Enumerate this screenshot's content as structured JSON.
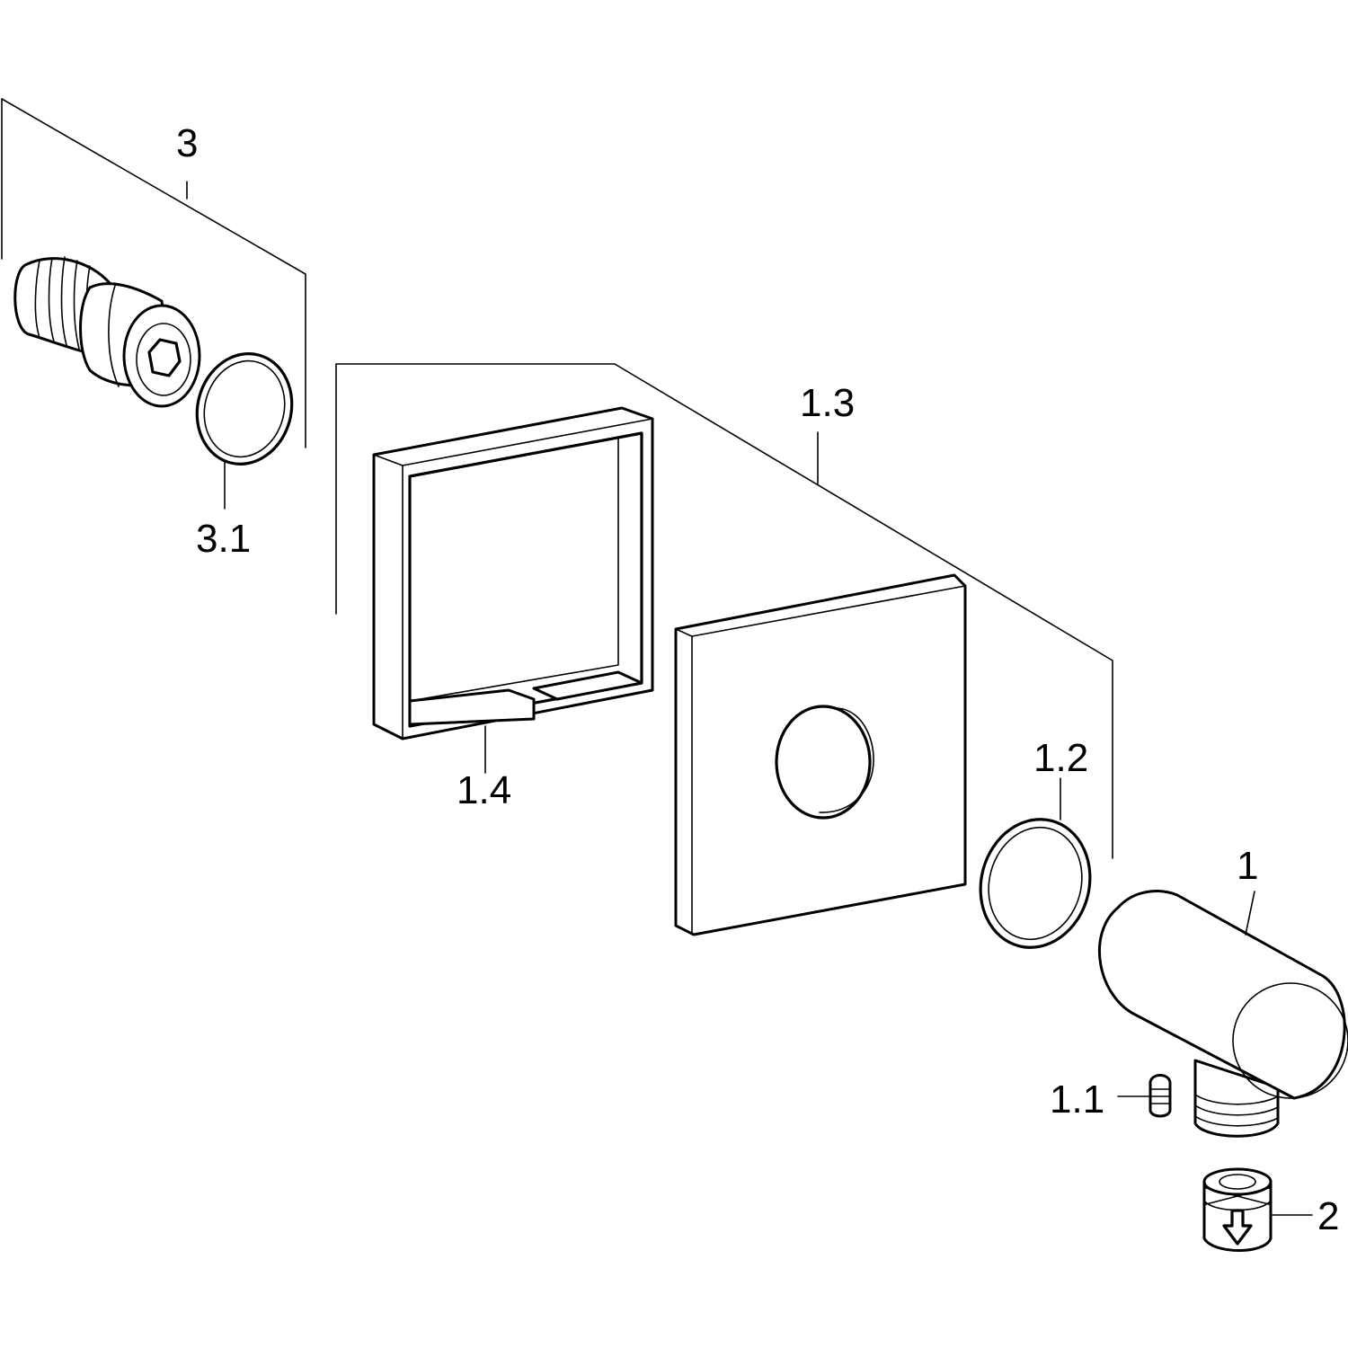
{
  "labels": {
    "part_3": "3",
    "part_3_1": "3.1",
    "part_1_3": "1.3",
    "part_1_4": "1.4",
    "part_1_2": "1.2",
    "part_1": "1",
    "part_1_1": "1.1",
    "part_2": "2"
  },
  "colors": {
    "line": "#000000",
    "background": "#ffffff"
  }
}
